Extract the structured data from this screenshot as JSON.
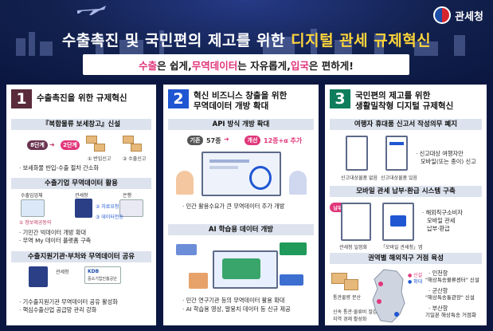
{
  "header": {
    "org": "관세청",
    "title_a": "수출촉진 및 국민편의 제고를 위한 ",
    "title_b": "디지털 관세 규제혁신",
    "sub": [
      "수출",
      "은 쉽게, ",
      "무역데이터",
      "는 자유롭게, ",
      "입국",
      "은 편하게!"
    ]
  },
  "col1": {
    "num": "1",
    "title": "수출촉진을 위한 규제혁신",
    "s1": {
      "title": "『복합물류 보세창고』신설",
      "from": "8단계",
      "to": "2단계",
      "t1": "① 반입신고",
      "t2": "② 수출신고",
      "bullet": "· 보세화물 반입-수출 절차 간소화"
    },
    "s2": {
      "title": "수출기업 무역데이터 활용",
      "l1": "수출입업체",
      "l2": "관세청",
      "l3": "은행",
      "a1": "② 자료요청",
      "a2": "① 정보제공동의",
      "a3": "③ 데이터전송",
      "b1": "· 기민간 빅데이터 개방 확대",
      "b2": "· 무역 My 데이터 플랫폼 구축"
    },
    "s3": {
      "title": "수출지원기관·부처와 무역데이터 공유",
      "l1": "관세청",
      "l2": "KDB",
      "l3": "중소기업진흥공단",
      "b1": "· 기수출지원기관 무역데이터 공유 활성화",
      "b2": "· 핵심수출산업 공급망 관리 강화"
    }
  },
  "col2": {
    "num": "2",
    "title_l1": "혁신 비즈니스 창출을 위한",
    "title_l2": "무역데이터 개방 확대",
    "s1": {
      "title": "API 방식 개방 확대",
      "k1": "기존",
      "v1": "57종",
      "k2": "개선",
      "v2": "12종+α 추가",
      "bullet": "· 민간 활용수요가 큰 무역데이터 추가 개방"
    },
    "s2": {
      "title": "AI 학습용 데이터 개방",
      "b1": "· 민간 연구기관 등의 무역데이터 활용 확대",
      "b2": "· AI 학습용 영상, 말뭉치 데이터 등 신규 제공"
    }
  },
  "col3": {
    "num": "3",
    "title_l1": "국민편의 제고를 위한",
    "title_l2": "생활밀착형 디지털 규제혁신",
    "s1": {
      "title": "여행자 휴대품 신고서 작성의무 폐지",
      "c1": "신고대상물품 없음",
      "c2": "신고대상물품 있음",
      "n1": "· 신고대상 여행자만",
      "n2": "모바일(또는 종이) 신고"
    },
    "s2": {
      "title": "모바일 관세 납부·환급 시스템 구축",
      "c1": "관세청 일정화",
      "c2": "「모바일 관세청」앱",
      "n1": "· 해외직구소비자",
      "n2": "모바일 관세",
      "n3": "납부·환급",
      "badge": "납부"
    },
    "s3": {
      "title": "권역별 해외직구 거점 육성",
      "leg1": "● 신설",
      "leg2": "● 확대",
      "side1": "통관물량 분산",
      "side2": "신속 통관·물류비 절감",
      "side3": "지역 경제 활성화",
      "b1": "· 인천항",
      "b1b": "\"해상특송물류센터\" 신설",
      "b2": "· 군산항",
      "b2b": "\"해상특송통관장\" 신설",
      "b3": "· 부산항",
      "b3b": "기일본 해상특송 거점화"
    }
  }
}
